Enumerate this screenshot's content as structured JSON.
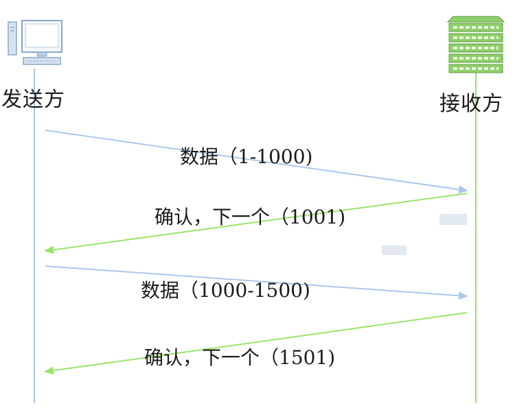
{
  "participants": {
    "sender": {
      "label": "发送方",
      "icon": "desktop-computer-icon"
    },
    "receiver": {
      "label": "接收方",
      "icon": "server-rack-icon"
    }
  },
  "messages": [
    {
      "label": "数据（1-1000)",
      "direction": "sender-to-receiver",
      "color": "#a9c8ec"
    },
    {
      "label": "确认，下一个（1001)",
      "direction": "receiver-to-sender",
      "color": "#9be36a"
    },
    {
      "label": "数据（1000-1500)",
      "direction": "sender-to-receiver",
      "color": "#a9c8ec"
    },
    {
      "label": "确认，下一个（1501)",
      "direction": "receiver-to-sender",
      "color": "#9be36a"
    }
  ],
  "colors": {
    "sender_line": "#a9c8ec",
    "receiver_line": "#9be36a",
    "server_green": "#8fcf6a",
    "computer_blue": "#b9cde6"
  }
}
